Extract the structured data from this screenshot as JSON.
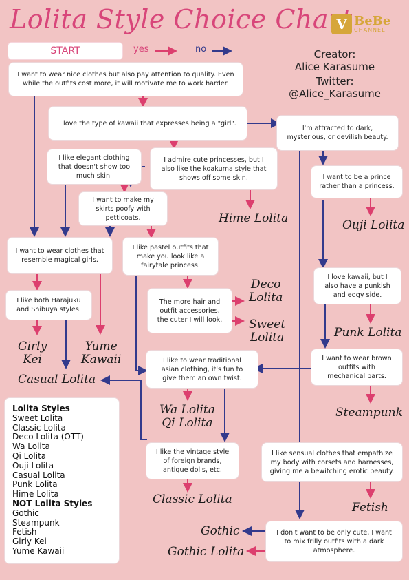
{
  "title": "Lolita Style Choice Chart",
  "logo": {
    "mark": "V",
    "name": "BeBe",
    "sub": "CHANNEL"
  },
  "start_label": "START",
  "legend": {
    "yes": "yes",
    "no": "no"
  },
  "creator": {
    "l1": "Creator:",
    "l2": "Alice Karasume",
    "l3": "Twitter:",
    "l4": "@Alice_Karasume"
  },
  "colors": {
    "background": "#f2c4c4",
    "yes": "#dc3f6e",
    "no": "#333a8c",
    "title": "#d8467a",
    "brand": "#d6a63a"
  },
  "questions": {
    "q_quality": "I want to wear nice clothes but also pay attention to quality. Even while the outfits cost more, it will motivate me to work harder.",
    "q_kawaii_girl": "I love the type of kawaii that expresses being a \"girl\".",
    "q_dark": "I'm attracted to dark, mysterious, or devilish beauty.",
    "q_elegant": "I like elegant clothing that doesn't show too much skin.",
    "q_princess": "I admire cute princesses, but I also like the koakuma style that shows off some skin.",
    "q_prince": "I want to be a prince rather than a princess.",
    "q_poofy": "I want to make my skirts poofy with petticoats.",
    "q_magical": "I want to wear clothes that resemble magical girls.",
    "q_pastel": "I like pastel outfits that make you look like a fairytale princess.",
    "q_punkish": "I love kawaii, but I also have a punkish and edgy side.",
    "q_harajuku": "I like both Harajuku and Shibuya styles.",
    "q_hair": "The more hair and outfit accessories, the cuter I will look.",
    "q_asian": "I like to wear traditional asian clothing, it's fun to give them an own twist.",
    "q_brown": "I want to wear brown outfits with mechanical parts.",
    "q_vintage": "I like the vintage style of foreign brands, antique dolls, etc.",
    "q_sensual": "I like sensual clothes that empathize my body with corsets and harnesses, giving me a bewitching erotic beauty.",
    "q_frilly": "I don't want to be only cute, I want to mix frilly outfits with a dark atmosphere."
  },
  "results": {
    "hime": "Hime Lolita",
    "ouji": "Ouji Lolita",
    "deco_1": "Deco",
    "deco_2": "Lolita",
    "sweet_1": "Sweet",
    "sweet_2": "Lolita",
    "punk": "Punk Lolita",
    "girly_1": "Girly",
    "girly_2": "Kei",
    "yume_1": "Yume",
    "yume_2": "Kawaii",
    "casual": "Casual Lolita",
    "steampunk": "Steampunk",
    "wa": "Wa Lolita",
    "qi": "Qi Lolita",
    "classic": "Classic Lolita",
    "fetish": "Fetish",
    "gothic": "Gothic",
    "gothic_lolita": "Gothic Lolita"
  },
  "styles_list": {
    "heading_lolita": "Lolita Styles",
    "lolita": [
      "Sweet Lolita",
      "Classic Lolita",
      "Deco Lolita (OTT)",
      "Wa Lolita",
      "Qi Lolita",
      "Ouji Lolita",
      "Casual Lolita",
      "Punk Lolita",
      "Hime Lolita"
    ],
    "heading_not": "NOT Lolita Styles",
    "not": [
      "Gothic",
      "Steampunk",
      "Fetish",
      "Girly Kei",
      "Yume Kawaii"
    ]
  }
}
